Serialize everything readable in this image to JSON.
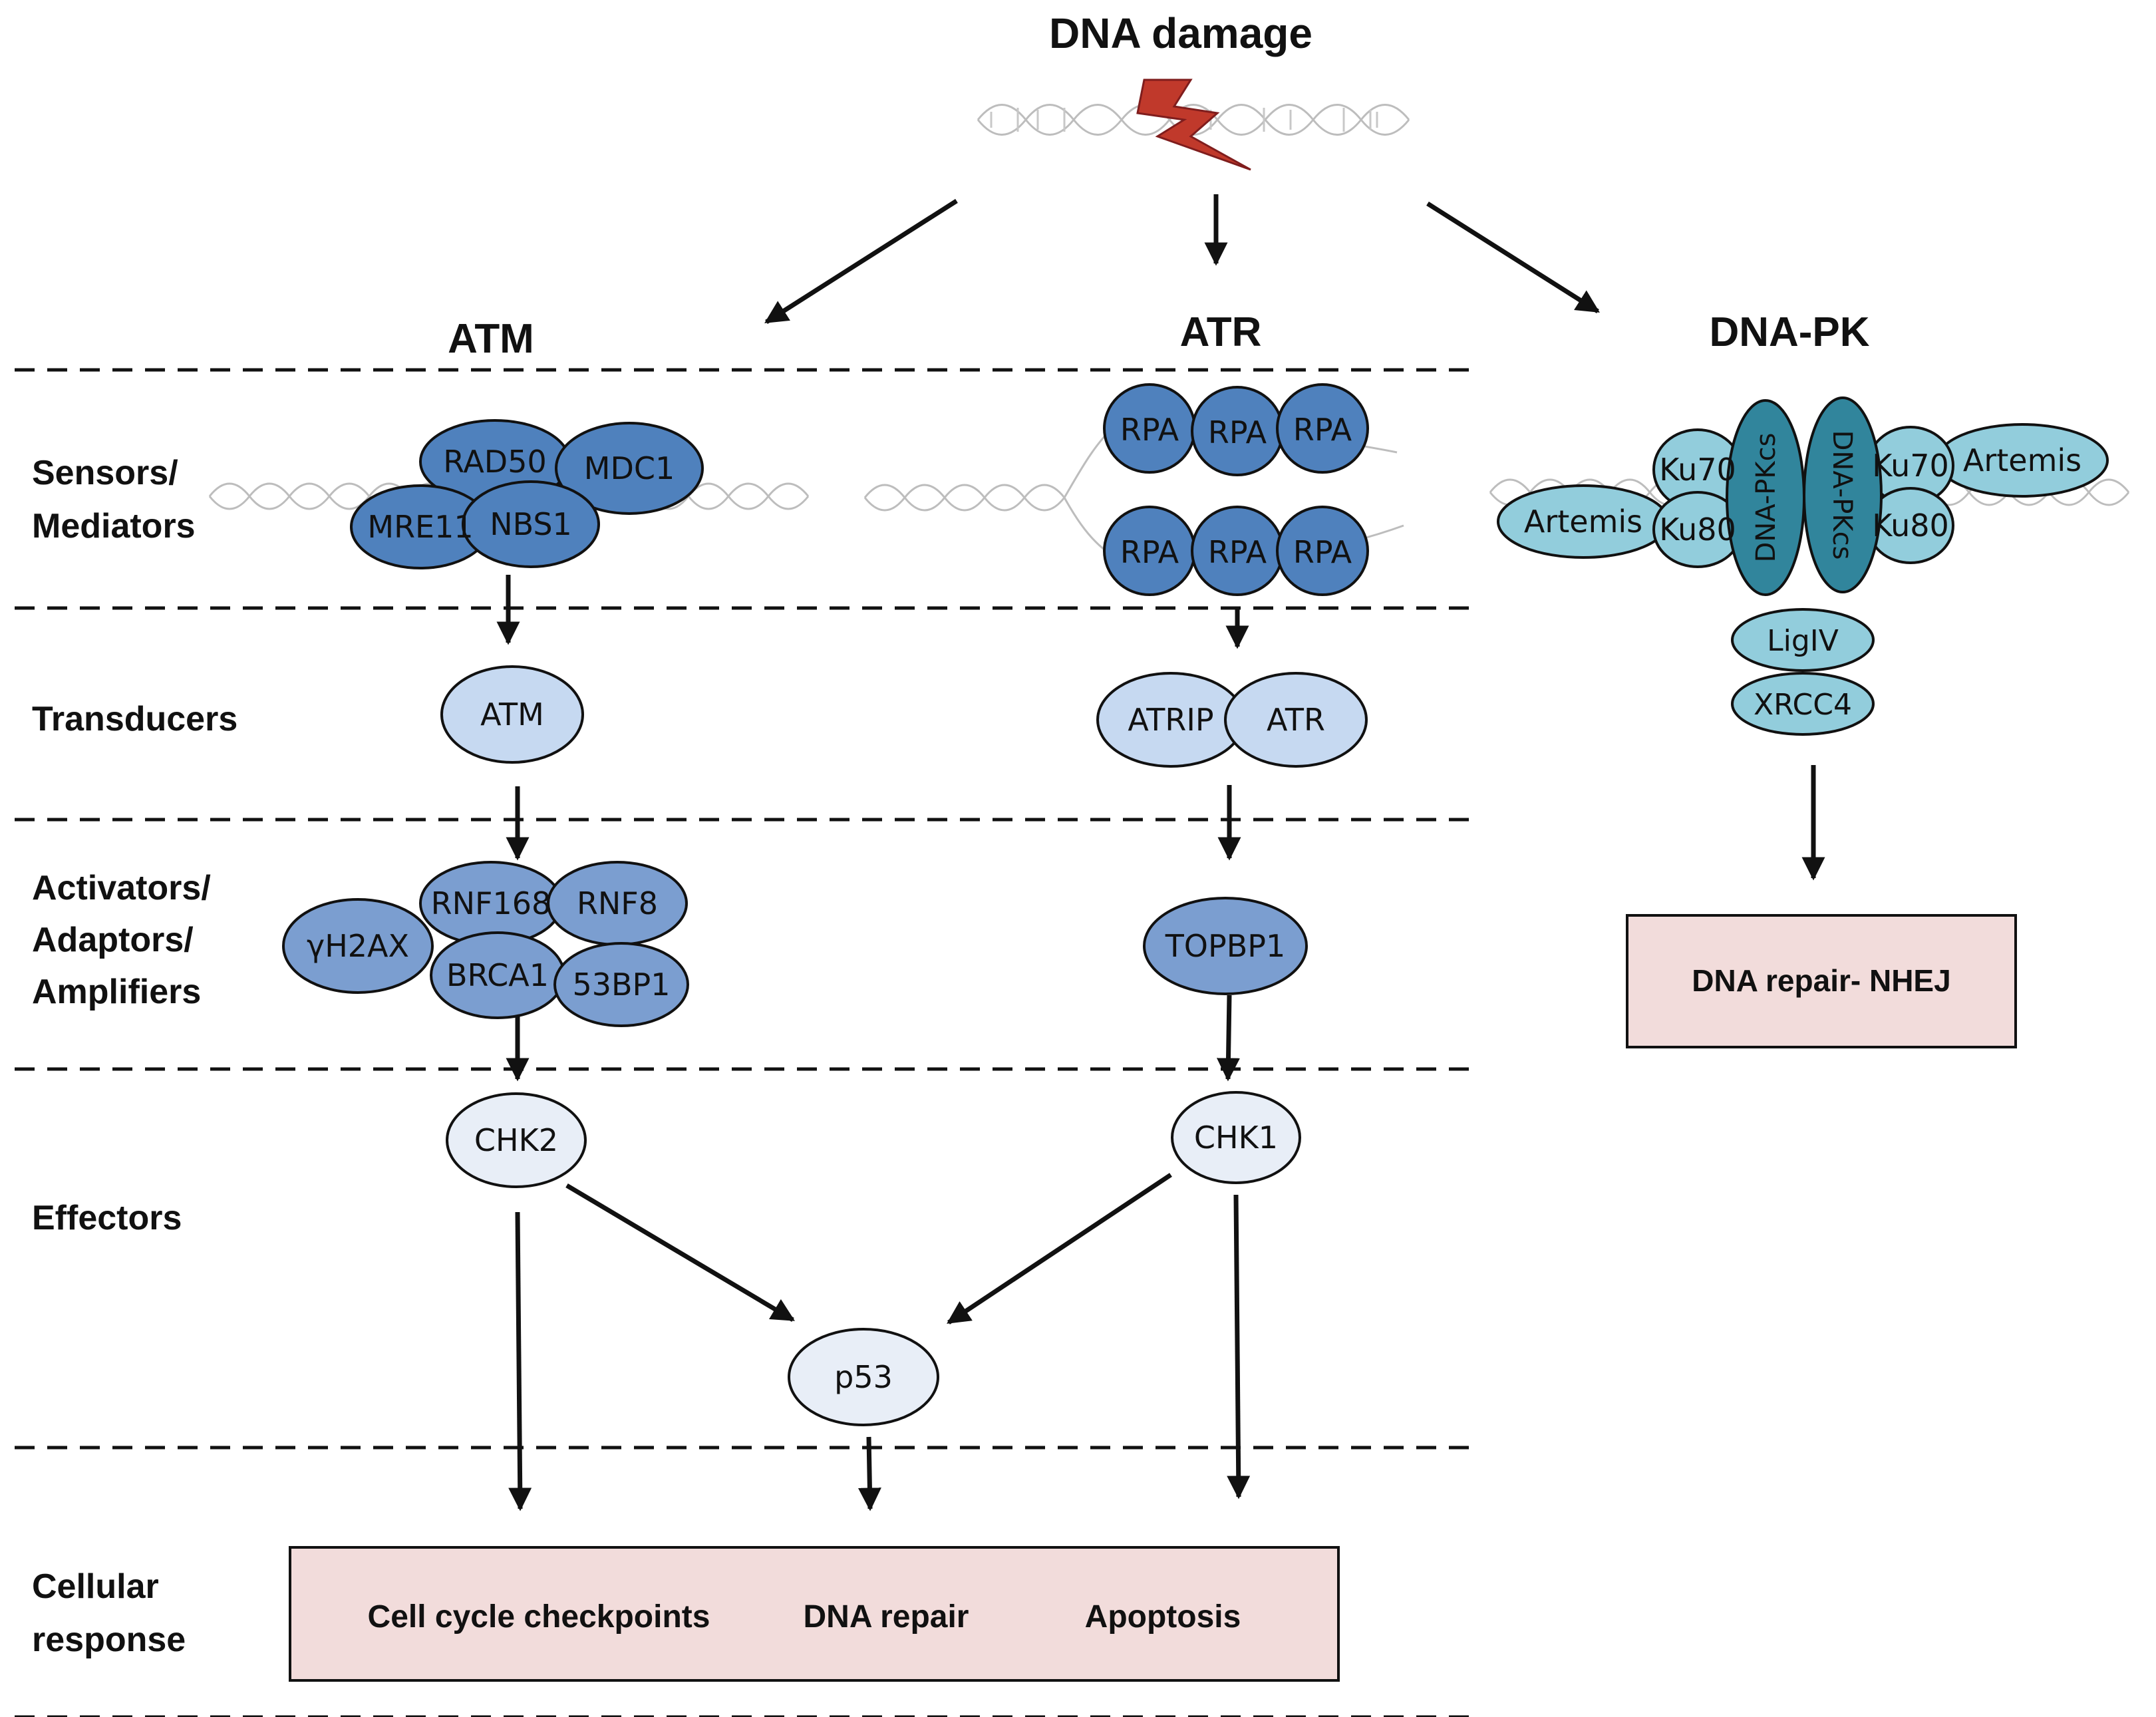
{
  "title": "DNA damage",
  "pathways": {
    "atm": "ATM",
    "atr": "ATR",
    "dnapk": "DNA-PK"
  },
  "rows": {
    "sensors": [
      "Sensors/",
      "Mediators"
    ],
    "transducers": [
      "Transducers"
    ],
    "activators": [
      "Activators/",
      "Adaptors/",
      "Amplifiers"
    ],
    "effectors": [
      "Effectors"
    ],
    "response": [
      "Cellular",
      "response"
    ]
  },
  "proteins": {
    "rad50": "RAD50",
    "mdc1": "MDC1",
    "mre11": "MRE11",
    "nbs1": "NBS1",
    "rpa": "RPA",
    "ku70": "Ku70",
    "ku80": "Ku80",
    "artemis": "Artemis",
    "dnapkcs": "DNA-PKcs",
    "ligiv": "LigIV",
    "xrcc4": "XRCC4",
    "atm": "ATM",
    "atrip": "ATRIP",
    "atr": "ATR",
    "rnf168": "RNF168",
    "rnf8": "RNF8",
    "h2ax": "γH2AX",
    "brca1": "BRCA1",
    "bp53": "53BP1",
    "topbp1": "TOPBP1",
    "chk2": "CHK2",
    "chk1": "CHK1",
    "p53": "p53"
  },
  "outcomes": {
    "nhej": "DNA repair- NHEJ",
    "checkpoints": "Cell cycle checkpoints",
    "repair": "DNA repair",
    "apoptosis": "Apoptosis"
  },
  "colors": {
    "sensor_blue": "#4f81bd",
    "transducer_blue": "#c6d9f1",
    "activator_blue": "#7b9ed0",
    "effector_blue": "#e8eef7",
    "dnapk_teal": "#92cddc",
    "dnapkcs_teal": "#31859c",
    "outcome_pink": "#f2dcdb",
    "lightning_red": "#c0392b"
  }
}
